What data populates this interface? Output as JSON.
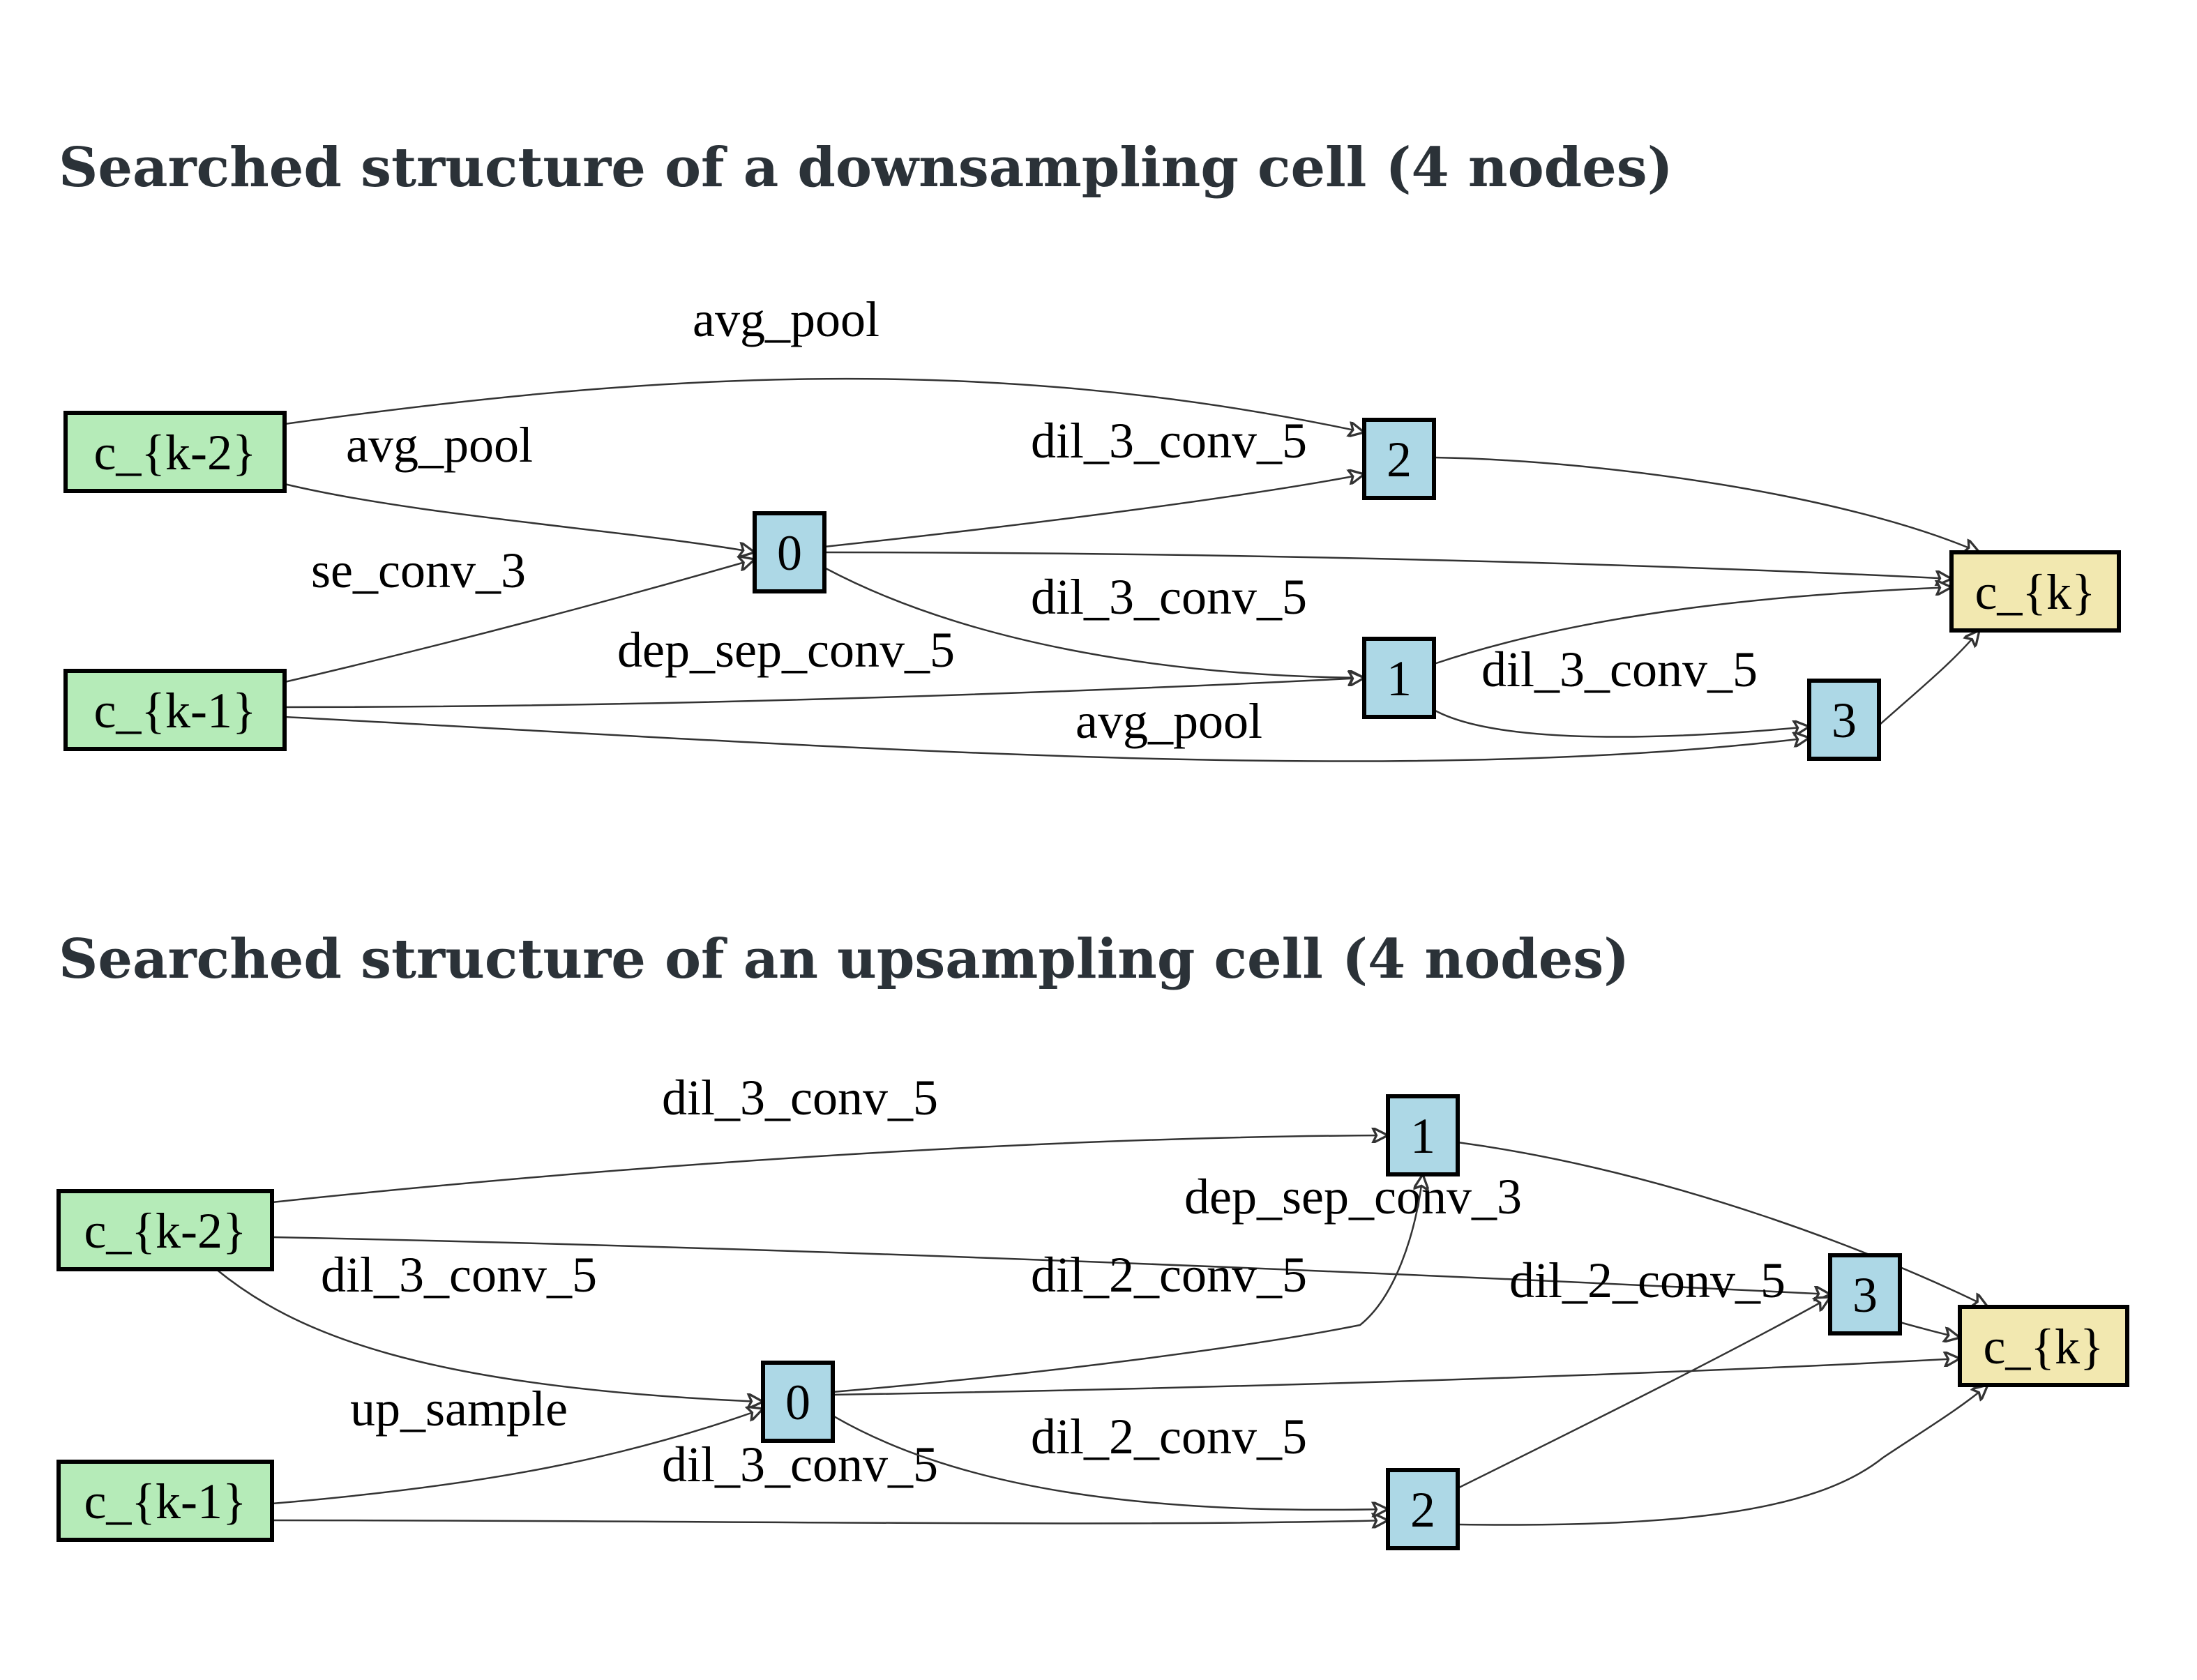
{
  "colors": {
    "input": "#b5ebb8",
    "intermediate": "#add8e6",
    "output": "#f2e8b0"
  },
  "cells": [
    {
      "title": "Searched structure of a downsampling cell (4 nodes)",
      "nodes": [
        {
          "id": "k2",
          "label": "c_{k-2}",
          "kind": "input"
        },
        {
          "id": "k1",
          "label": "c_{k-1}",
          "kind": "input"
        },
        {
          "id": "n0",
          "label": "0",
          "kind": "intermediate"
        },
        {
          "id": "n1",
          "label": "1",
          "kind": "intermediate"
        },
        {
          "id": "n2",
          "label": "2",
          "kind": "intermediate"
        },
        {
          "id": "n3",
          "label": "3",
          "kind": "intermediate"
        },
        {
          "id": "out",
          "label": "c_{k}",
          "kind": "output"
        }
      ],
      "edges": [
        {
          "from": "k2",
          "to": "n2",
          "label": "avg_pool"
        },
        {
          "from": "k2",
          "to": "n0",
          "label": "avg_pool"
        },
        {
          "from": "k1",
          "to": "n0",
          "label": "se_conv_3"
        },
        {
          "from": "n0",
          "to": "n2",
          "label": "dil_3_conv_5"
        },
        {
          "from": "n0",
          "to": "n1",
          "label": "dil_3_conv_5"
        },
        {
          "from": "k1",
          "to": "n1",
          "label": "dep_sep_conv_5"
        },
        {
          "from": "n1",
          "to": "n3",
          "label": "dil_3_conv_5"
        },
        {
          "from": "k1",
          "to": "n3",
          "label": "avg_pool"
        },
        {
          "from": "n2",
          "to": "out",
          "label": ""
        },
        {
          "from": "n0",
          "to": "out",
          "label": ""
        },
        {
          "from": "n1",
          "to": "out",
          "label": ""
        },
        {
          "from": "n3",
          "to": "out",
          "label": ""
        }
      ]
    },
    {
      "title": "Searched structure of an upsampling cell (4 nodes)",
      "nodes": [
        {
          "id": "k2",
          "label": "c_{k-2}",
          "kind": "input"
        },
        {
          "id": "k1",
          "label": "c_{k-1}",
          "kind": "input"
        },
        {
          "id": "n0",
          "label": "0",
          "kind": "intermediate"
        },
        {
          "id": "n1",
          "label": "1",
          "kind": "intermediate"
        },
        {
          "id": "n2",
          "label": "2",
          "kind": "intermediate"
        },
        {
          "id": "n3",
          "label": "3",
          "kind": "intermediate"
        },
        {
          "id": "out",
          "label": "c_{k}",
          "kind": "output"
        }
      ],
      "edges": [
        {
          "from": "k2",
          "to": "n1",
          "label": "dil_3_conv_5"
        },
        {
          "from": "k2",
          "to": "n3",
          "label": "dep_sep_conv_3"
        },
        {
          "from": "k2",
          "to": "n0",
          "label": "dil_3_conv_5"
        },
        {
          "from": "n0",
          "to": "n1",
          "label": "dil_2_conv_5"
        },
        {
          "from": "n2",
          "to": "n3",
          "label": "dil_2_conv_5"
        },
        {
          "from": "k1",
          "to": "n0",
          "label": "up_sample"
        },
        {
          "from": "k1",
          "to": "n2",
          "label": "dil_3_conv_5"
        },
        {
          "from": "n0",
          "to": "n2",
          "label": "dil_2_conv_5"
        },
        {
          "from": "n1",
          "to": "out",
          "label": ""
        },
        {
          "from": "n3",
          "to": "out",
          "label": ""
        },
        {
          "from": "n0",
          "to": "out",
          "label": ""
        },
        {
          "from": "n2",
          "to": "out",
          "label": ""
        }
      ]
    }
  ]
}
